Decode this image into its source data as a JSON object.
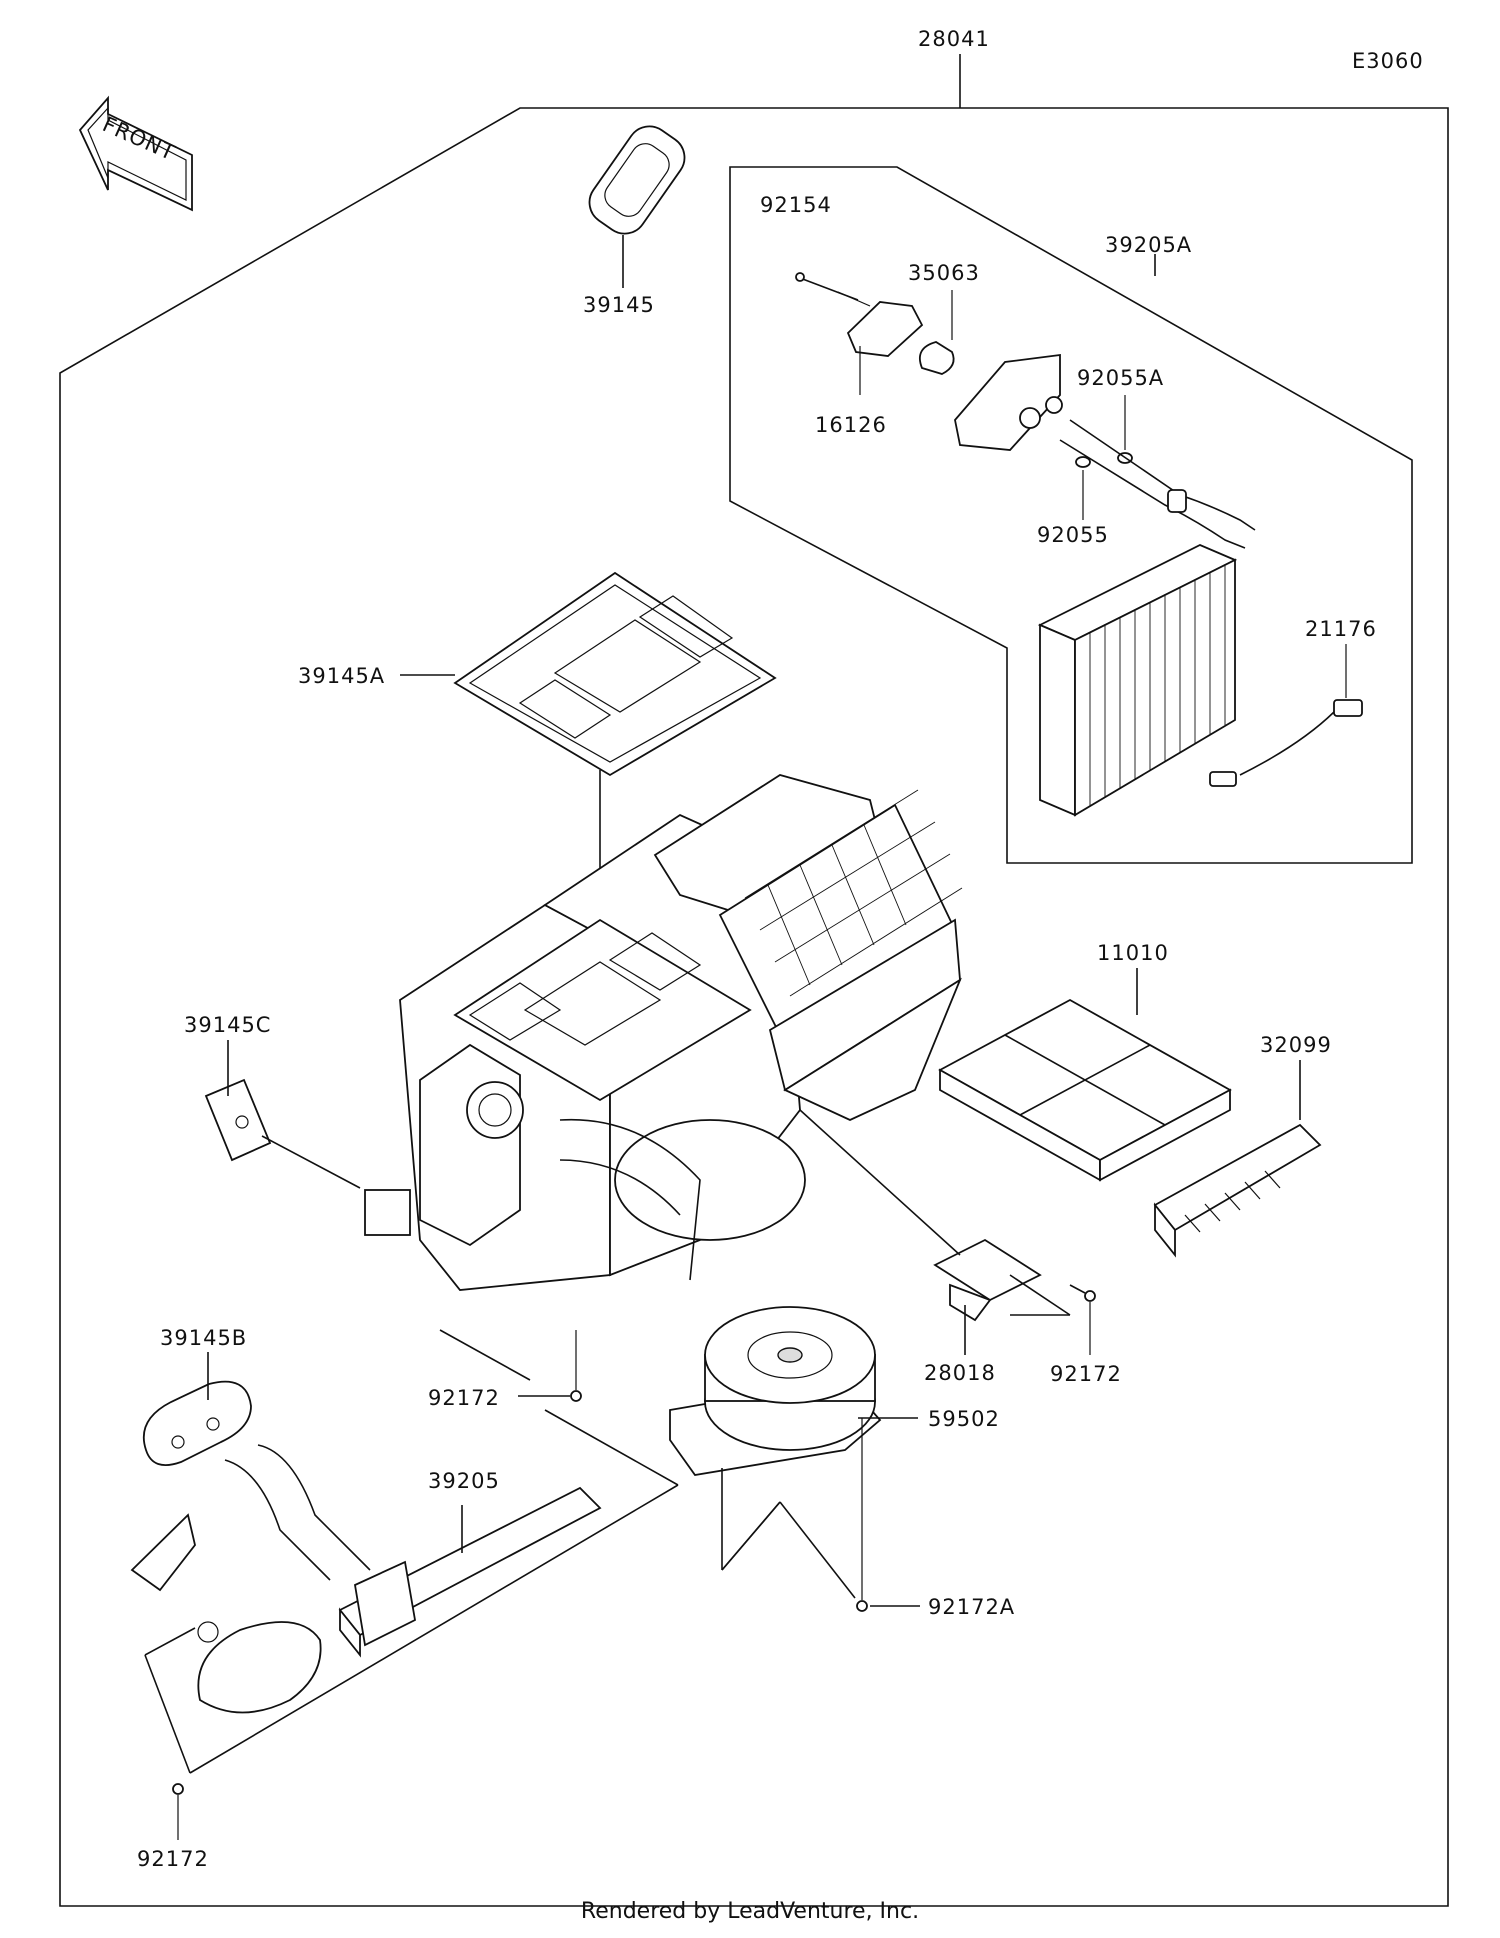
{
  "diagram_code": "E3060",
  "front_arrow_label": "FRONT",
  "parts": {
    "p28041": "28041",
    "p39145": "39145",
    "p92154": "92154",
    "p35063": "35063",
    "p39205A": "39205A",
    "p16126": "16126",
    "p92055A": "92055A",
    "p92055": "92055",
    "p21176": "21176",
    "p39145A": "39145A",
    "p11010": "11010",
    "p32099": "32099",
    "p39145C": "39145C",
    "p28018": "28018",
    "p92172_right": "92172",
    "p39145B": "39145B",
    "p92172_center": "92172",
    "p39205": "39205",
    "p59502": "59502",
    "p92172A": "92172A",
    "p92172_bottom": "92172"
  },
  "footer": "Rendered by LeadVenture, Inc."
}
